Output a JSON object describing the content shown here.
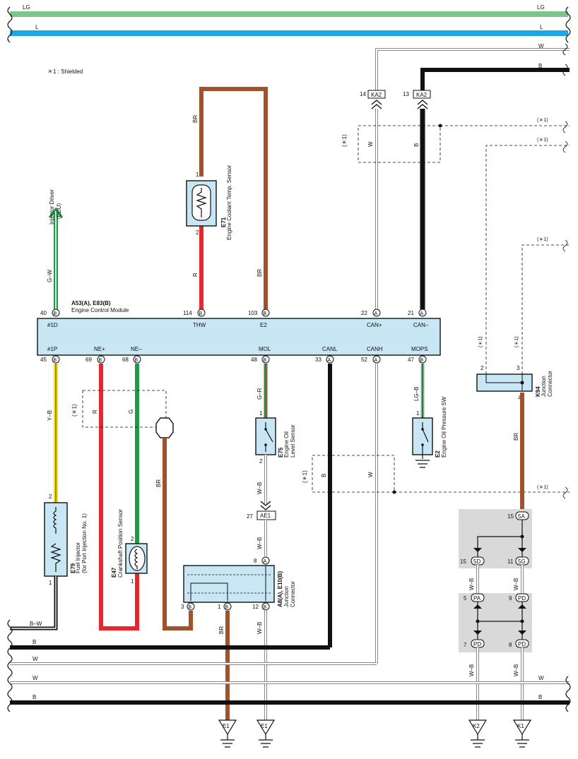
{
  "note": "＊1 : Shielded",
  "colors": {
    "LG": "#7ec58d",
    "L": "#1ea7e6",
    "W": "#888888",
    "B": "#111111",
    "BR": "#a0522d",
    "R": "#e8262e",
    "G": "#1f9a48",
    "Y": "#f3e11c",
    "box_fill": "#c8e6f3",
    "splice_fill": "#d9d9d9"
  },
  "buses": {
    "top": [
      {
        "name": "LG",
        "left": "LG",
        "right": "LG"
      },
      {
        "name": "L",
        "left": "L",
        "right": "L"
      },
      {
        "name": "W",
        "right": "W"
      },
      {
        "name": "B",
        "right": "B"
      }
    ],
    "bottom": [
      {
        "name": "B-W",
        "left": "B–W"
      },
      {
        "name": "B",
        "left": "B"
      },
      {
        "name": "W",
        "left": "W"
      },
      {
        "name": "W2",
        "left": "W",
        "right": "W"
      },
      {
        "name": "B2",
        "left": "B",
        "right": "B"
      }
    ]
  },
  "ecm": {
    "ref": "A53(A), E83(B)",
    "name": "Engine Control Module",
    "top_pins": [
      {
        "num": "40",
        "conn": "B",
        "label": "#1D"
      },
      {
        "num": "114",
        "conn": "B",
        "label": "THW"
      },
      {
        "num": "103",
        "conn": "B",
        "label": "E2"
      },
      {
        "num": "22",
        "conn": "A",
        "label": "CAN+"
      },
      {
        "num": "21",
        "conn": "A",
        "label": "CAN–"
      }
    ],
    "bottom_pins": [
      {
        "num": "45",
        "conn": "B",
        "label": "#1P"
      },
      {
        "num": "69",
        "conn": "B",
        "label": "NE+"
      },
      {
        "num": "68",
        "conn": "B",
        "label": "NE–"
      },
      {
        "num": "48",
        "conn": "B",
        "label": "MOL"
      },
      {
        "num": "33",
        "conn": "A",
        "label": "CANL"
      },
      {
        "num": "52",
        "conn": "A",
        "label": "CANH"
      },
      {
        "num": "47",
        "conn": "B",
        "label": "MOPS"
      }
    ]
  },
  "injector_driver": {
    "line1": "Injector Driver",
    "line2": "(EDU)",
    "wire": "G–W"
  },
  "e71": {
    "ref": "E71",
    "line1": "Engine Coolant Temp.  Sensor",
    "pin1": "1",
    "pin2": "2",
    "wire_top": "BR",
    "wire_bottom": "R",
    "wire_e2": "BR"
  },
  "ka2": {
    "conn": "KA2",
    "pin_w": "14",
    "pin_b": "13",
    "wire_w": "W",
    "wire_b": "B",
    "shield": "(＊1)"
  },
  "e79": {
    "ref": "E79",
    "line1": "Fuel Injector",
    "line2": "(for Port Injection No. 1)",
    "pin1": "2",
    "pin2": "1",
    "wire": "Y–B",
    "wire_out": "B–W"
  },
  "e47": {
    "ref": "E47",
    "line1": "Crankshaft Position Sensor",
    "pin1": "2",
    "pin2": "1",
    "wire_r": "R",
    "wire_g": "G",
    "wire_br": "BR",
    "shield": "(＊1)"
  },
  "e75": {
    "ref": "E75",
    "line1": "Engine Oil",
    "line2": "Level Sensor",
    "pin1": "1",
    "pin2": "2",
    "wire_top": "G–R",
    "wire_bottom": "W–B"
  },
  "ae1": {
    "conn": "AE1",
    "pin": "27",
    "wire": "W–B"
  },
  "j_a8": {
    "ref": "A8(A), E10(B)",
    "line1": "Junction",
    "line2": "Connector",
    "pin_a": "8",
    "pin_a_conn": "A",
    "pins_bottom": [
      {
        "num": "3",
        "conn": "B"
      },
      {
        "num": "1",
        "conn": "B"
      },
      {
        "num": "12",
        "conn": "B"
      }
    ],
    "wire_br": "BR",
    "wire_wb": "W–B"
  },
  "canl": {
    "shield": "(＊1)",
    "wire_b": "B",
    "wire_w": "W"
  },
  "e2": {
    "ref": "E2",
    "line1": "Engine Oil Pressure SW",
    "pin": "1",
    "wire": "LG–B"
  },
  "k94": {
    "ref": "K94",
    "line1": "Junction",
    "line2": "Connector",
    "pin2": "2",
    "pin3": "3",
    "pin4": "4",
    "wire": "BR",
    "shield_a": "(＊1)",
    "shield_b": "(＊1)"
  },
  "shield_tags": [
    "(＊1)",
    "(＊1)",
    "(＊1)",
    "(＊1)"
  ],
  "splice": {
    "top": {
      "num": "15",
      "conn": "5A"
    },
    "mid": [
      {
        "num": "15",
        "conn": "5D"
      },
      {
        "num": "11",
        "conn": "5G"
      }
    ],
    "low": [
      {
        "num": "5",
        "conn": "PA"
      },
      {
        "num": "9",
        "conn": "PD"
      }
    ],
    "bot": [
      {
        "num": "7",
        "conn": "PD"
      },
      {
        "num": "8",
        "conn": "PD"
      }
    ],
    "wire": "W–B"
  },
  "grounds": [
    {
      "label": "E1"
    },
    {
      "label": "E1"
    },
    {
      "label": "K2"
    },
    {
      "label": "K1"
    }
  ]
}
